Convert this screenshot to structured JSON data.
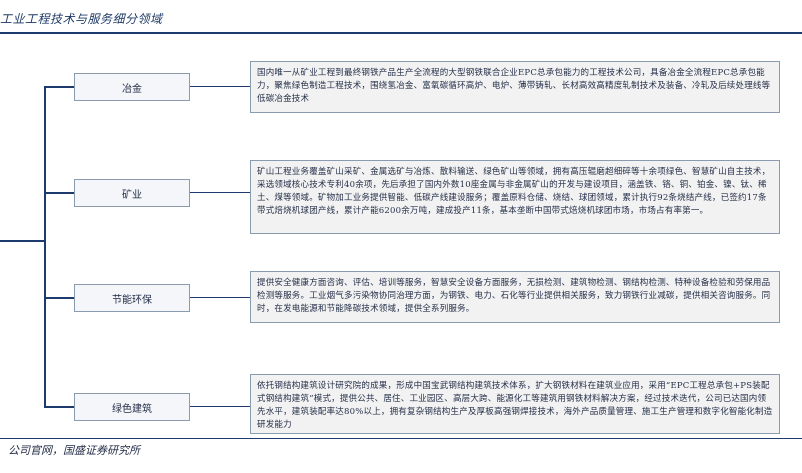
{
  "header": {
    "title": "工业工程技术与服务细分领域"
  },
  "footer": {
    "source": "公司官网，国盛证券研究所"
  },
  "branches": [
    {
      "label": "冶金",
      "description": "国内唯一从矿业工程到最终钢铁产品生产全流程的大型钢铁联合企业EPC总承包能力的工程技术公司，具备冶金全流程EPC总承包能力，聚焦绿色制造工程技术，围绕氢冶金、富氧碳循环高炉、电炉、薄带铸轧、长材高效高精度轧制技术及装备、冷轧及后续处理线等低碳冶金技术"
    },
    {
      "label": "矿业",
      "description": "矿山工程业务覆盖矿山采矿、金属选矿与冶炼、散料输送、绿色矿山等领域，拥有高压辊磨超细碎等十余项绿色、智慧矿山自主技术，采选领域核心技术专利40余项，先后承担了国内外数10座金属与非金属矿山的开发与建设项目，涵盖铁、铬、铜、铂金、镍、钛、稀土、煤等领域。矿物加工业务提供智能、低碳产线建设服务；覆盖原料仓储、烧结、球团领域，累计执行92条烧结产线，已签约17条带式焙烧机球团产线，累计产能6200余万吨，建成投产11条，基本垄断中国带式焙烧机球团市场，市场占有率第一。"
    },
    {
      "label": "节能环保",
      "description": "提供安全健康方面咨询、评估、培训等服务，智慧安全设备方面服务，无损检测、建筑物检测、钢结构检测、特种设备检验和劳保用品检测等服务。工业烟气多污染物协同治理方面，为钢铁、电力、石化等行业提供相关服务，致力钢铁行业减碳，提供相关咨询服务。同时，在发电能源和节能降碳技术领域，提供全系列服务。"
    },
    {
      "label": "绿色建筑",
      "description": "依托钢结构建筑设计研究院的成果，形成中国宝武钢结构建筑技术体系，扩大钢铁材料在建筑业应用，采用“EPC工程总承包+PS装配式钢结构建筑”模式，提供公共、居住、工业园区、高层大跨、能源化工等建筑用钢铁材料解决方案，经过技术迭代，公司已达国内领先水平，建筑装配率达80%以上，拥有复杂钢结构生产及厚板高强钢焊接技术，海外产品质量管理、施工生产管理和数字化智能化制造研发能力"
    }
  ]
}
